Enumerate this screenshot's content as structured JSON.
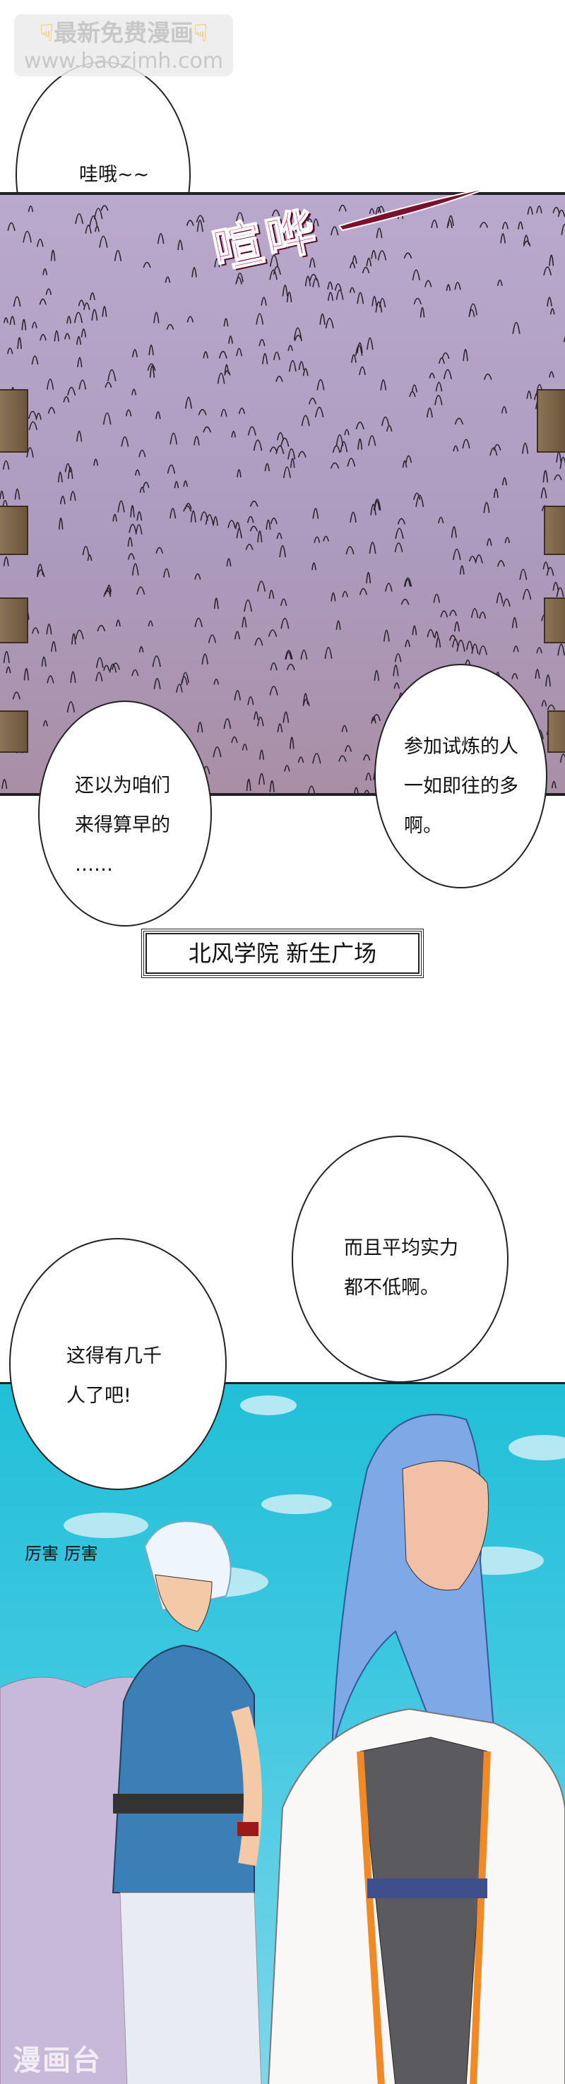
{
  "watermark": {
    "line1": "最新免费漫画",
    "line2": "www.baozimh.com",
    "icon": "pointing-down-hand-icon"
  },
  "panel1": {
    "sound_effect": "喧哗",
    "bubble_wow": "哇哦~~",
    "bubble_early": [
      "还以为咱们",
      "来得算早的",
      "……"
    ],
    "bubble_many": [
      "参加试炼的人",
      "一如即往的多",
      "啊。"
    ],
    "colors": {
      "crowd": "#b4a3c6",
      "sfx": "#c0134a"
    }
  },
  "caption": "北风学院 新生广场",
  "panel2": {
    "bubble_strength": [
      "而且平均实力",
      "都不低啊。"
    ],
    "bubble_thousands": [
      "这得有几千",
      "人了吧!"
    ],
    "aside": "厉害 厉害",
    "colors": {
      "sky": "#2ec4d8"
    }
  },
  "footer_watermark": "漫画台"
}
